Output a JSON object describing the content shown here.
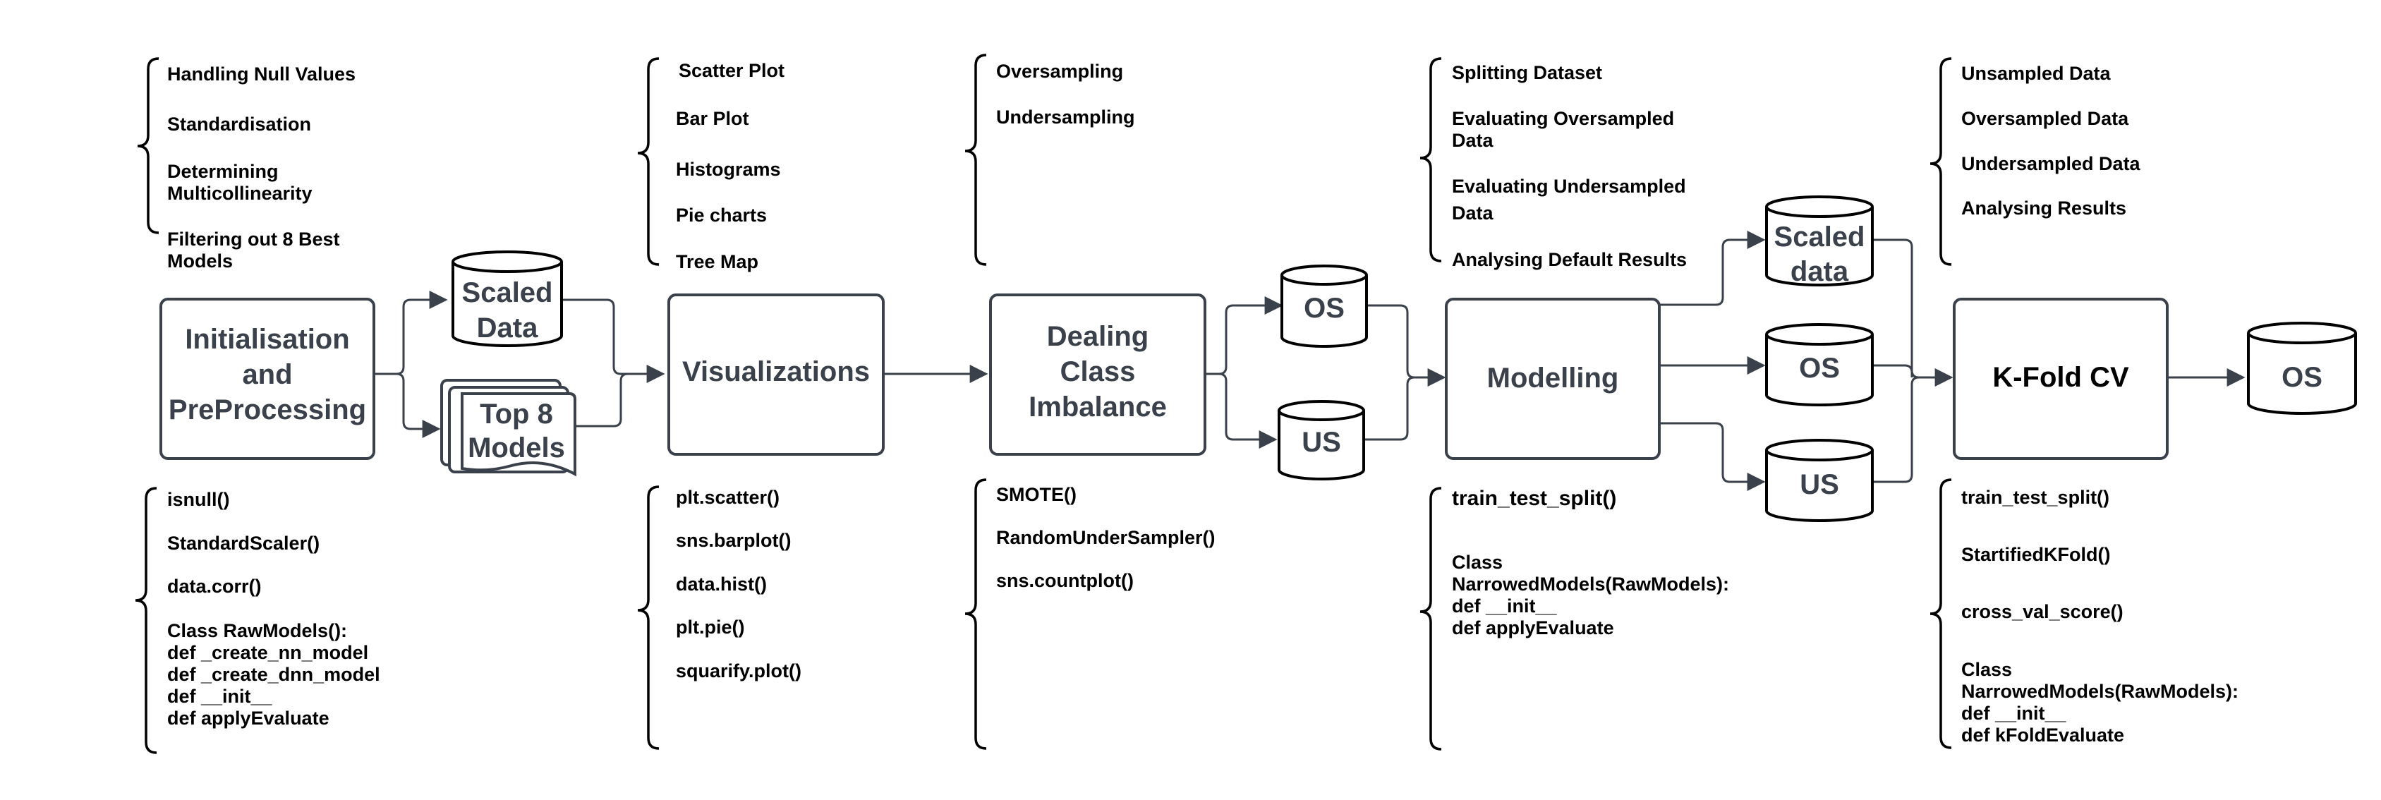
{
  "colors": {
    "stroke": "#3a414a",
    "text": "#3a414a",
    "notes": "#000000",
    "background": "#ffffff"
  },
  "process": {
    "init": "Initialisation and PreProcessing",
    "scaled_data_1": "Scaled Data",
    "top8_models": "Top 8 Models",
    "visualizations": "Visualizations",
    "dealing": "Dealing Class Imbalance",
    "os_1": "OS",
    "us_1": "US",
    "modelling": "Modelling",
    "scaled_data_2": "Scaled data",
    "os_2": "OS",
    "us_2": "US",
    "kfold": "K-Fold CV",
    "os_final": "OS"
  },
  "notes": {
    "init_top": [
      "Handling Null Values",
      "Standardisation",
      "Determining Multicollinearity",
      "Filtering out 8 Best Models"
    ],
    "init_bottom": [
      "isnull()",
      "StandardScaler()",
      "data.corr()",
      "Class RawModels():",
      "def _create_nn_model",
      "def _create_dnn_model",
      "def __init__",
      "def applyEvaluate"
    ],
    "viz_top": [
      "Scatter Plot",
      "Bar Plot",
      "Histograms",
      "Pie charts",
      "Tree Map"
    ],
    "viz_bottom": [
      "plt.scatter()",
      "sns.barplot()",
      "data.hist()",
      "plt.pie()",
      "squarify.plot()"
    ],
    "imb_top": [
      "Oversampling",
      "Undersampling"
    ],
    "imb_bottom": [
      "SMOTE()",
      "RandomUnderSampler()",
      "sns.countplot()"
    ],
    "mod_top": [
      "Splitting Dataset",
      "Evaluating Oversampled Data",
      "Evaluating Undersampled Data",
      "Analysing Default Results"
    ],
    "mod_bottom": [
      "train_test_split()",
      "Class NarrowedModels(RawModels):",
      "def __init__",
      "def applyEvaluate"
    ],
    "kf_top": [
      "Unsampled Data",
      "Oversampled Data",
      "Undersampled Data",
      "Analysing Results"
    ],
    "kf_bottom": [
      "train_test_split()",
      "StartifiedKFold()",
      "cross_val_score()",
      "Class NarrowedModels(RawModels):",
      "def __init__",
      "def kFoldEvaluate"
    ]
  }
}
